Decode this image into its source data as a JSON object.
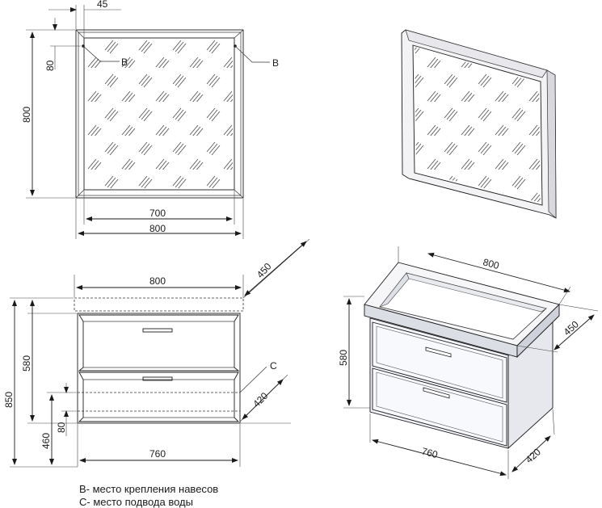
{
  "mirror_front": {
    "dim_top": "45",
    "dim_left_small": "80",
    "dim_height": "800",
    "dim_inner_width": "700",
    "dim_outer_width": "800",
    "marker_left": "B",
    "marker_right": "B"
  },
  "cabinet_front": {
    "dim_top_width": "800",
    "dim_depth": "450",
    "dim_total_height": "850",
    "dim_body_height": "580",
    "dim_460": "460",
    "dim_80": "80",
    "dim_bottom_width": "760",
    "dim_420": "420",
    "marker_c": "C"
  },
  "cabinet_iso": {
    "dim_width": "800",
    "dim_depth": "450",
    "dim_height": "580",
    "dim_bottom_width": "760",
    "dim_bottom_depth": "420"
  },
  "legend": {
    "line_b": "B- место крепления навесов",
    "line_c": "C- место подвода воды"
  }
}
